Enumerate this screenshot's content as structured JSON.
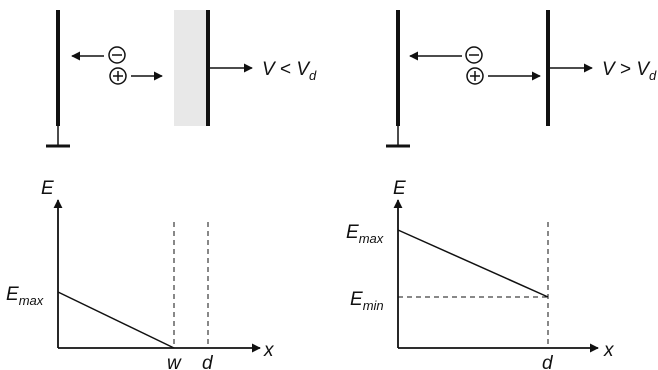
{
  "left_panel": {
    "voltage_label": {
      "v": "V",
      "rel": " < ",
      "vd": "V",
      "sub": "d"
    },
    "field_axis_label": "E",
    "position_axis_label": "x",
    "emax_label": {
      "main": "E",
      "sub": "max"
    },
    "w_label": "w",
    "d_label": "d"
  },
  "right_panel": {
    "voltage_label": {
      "v": "V",
      "rel": " > ",
      "vd": "V",
      "sub": "d"
    },
    "field_axis_label": "E",
    "position_axis_label": "x",
    "emax_label": {
      "main": "E",
      "sub": "max"
    },
    "emin_label": {
      "main": "E",
      "sub": "min"
    },
    "d_label": "d"
  },
  "colors": {
    "line": "#111111",
    "depletion_fill": "#e8e8e8"
  },
  "icons": {
    "electron": "minus-circle-icon",
    "hole": "plus-circle-icon",
    "ground": "ground-icon"
  }
}
